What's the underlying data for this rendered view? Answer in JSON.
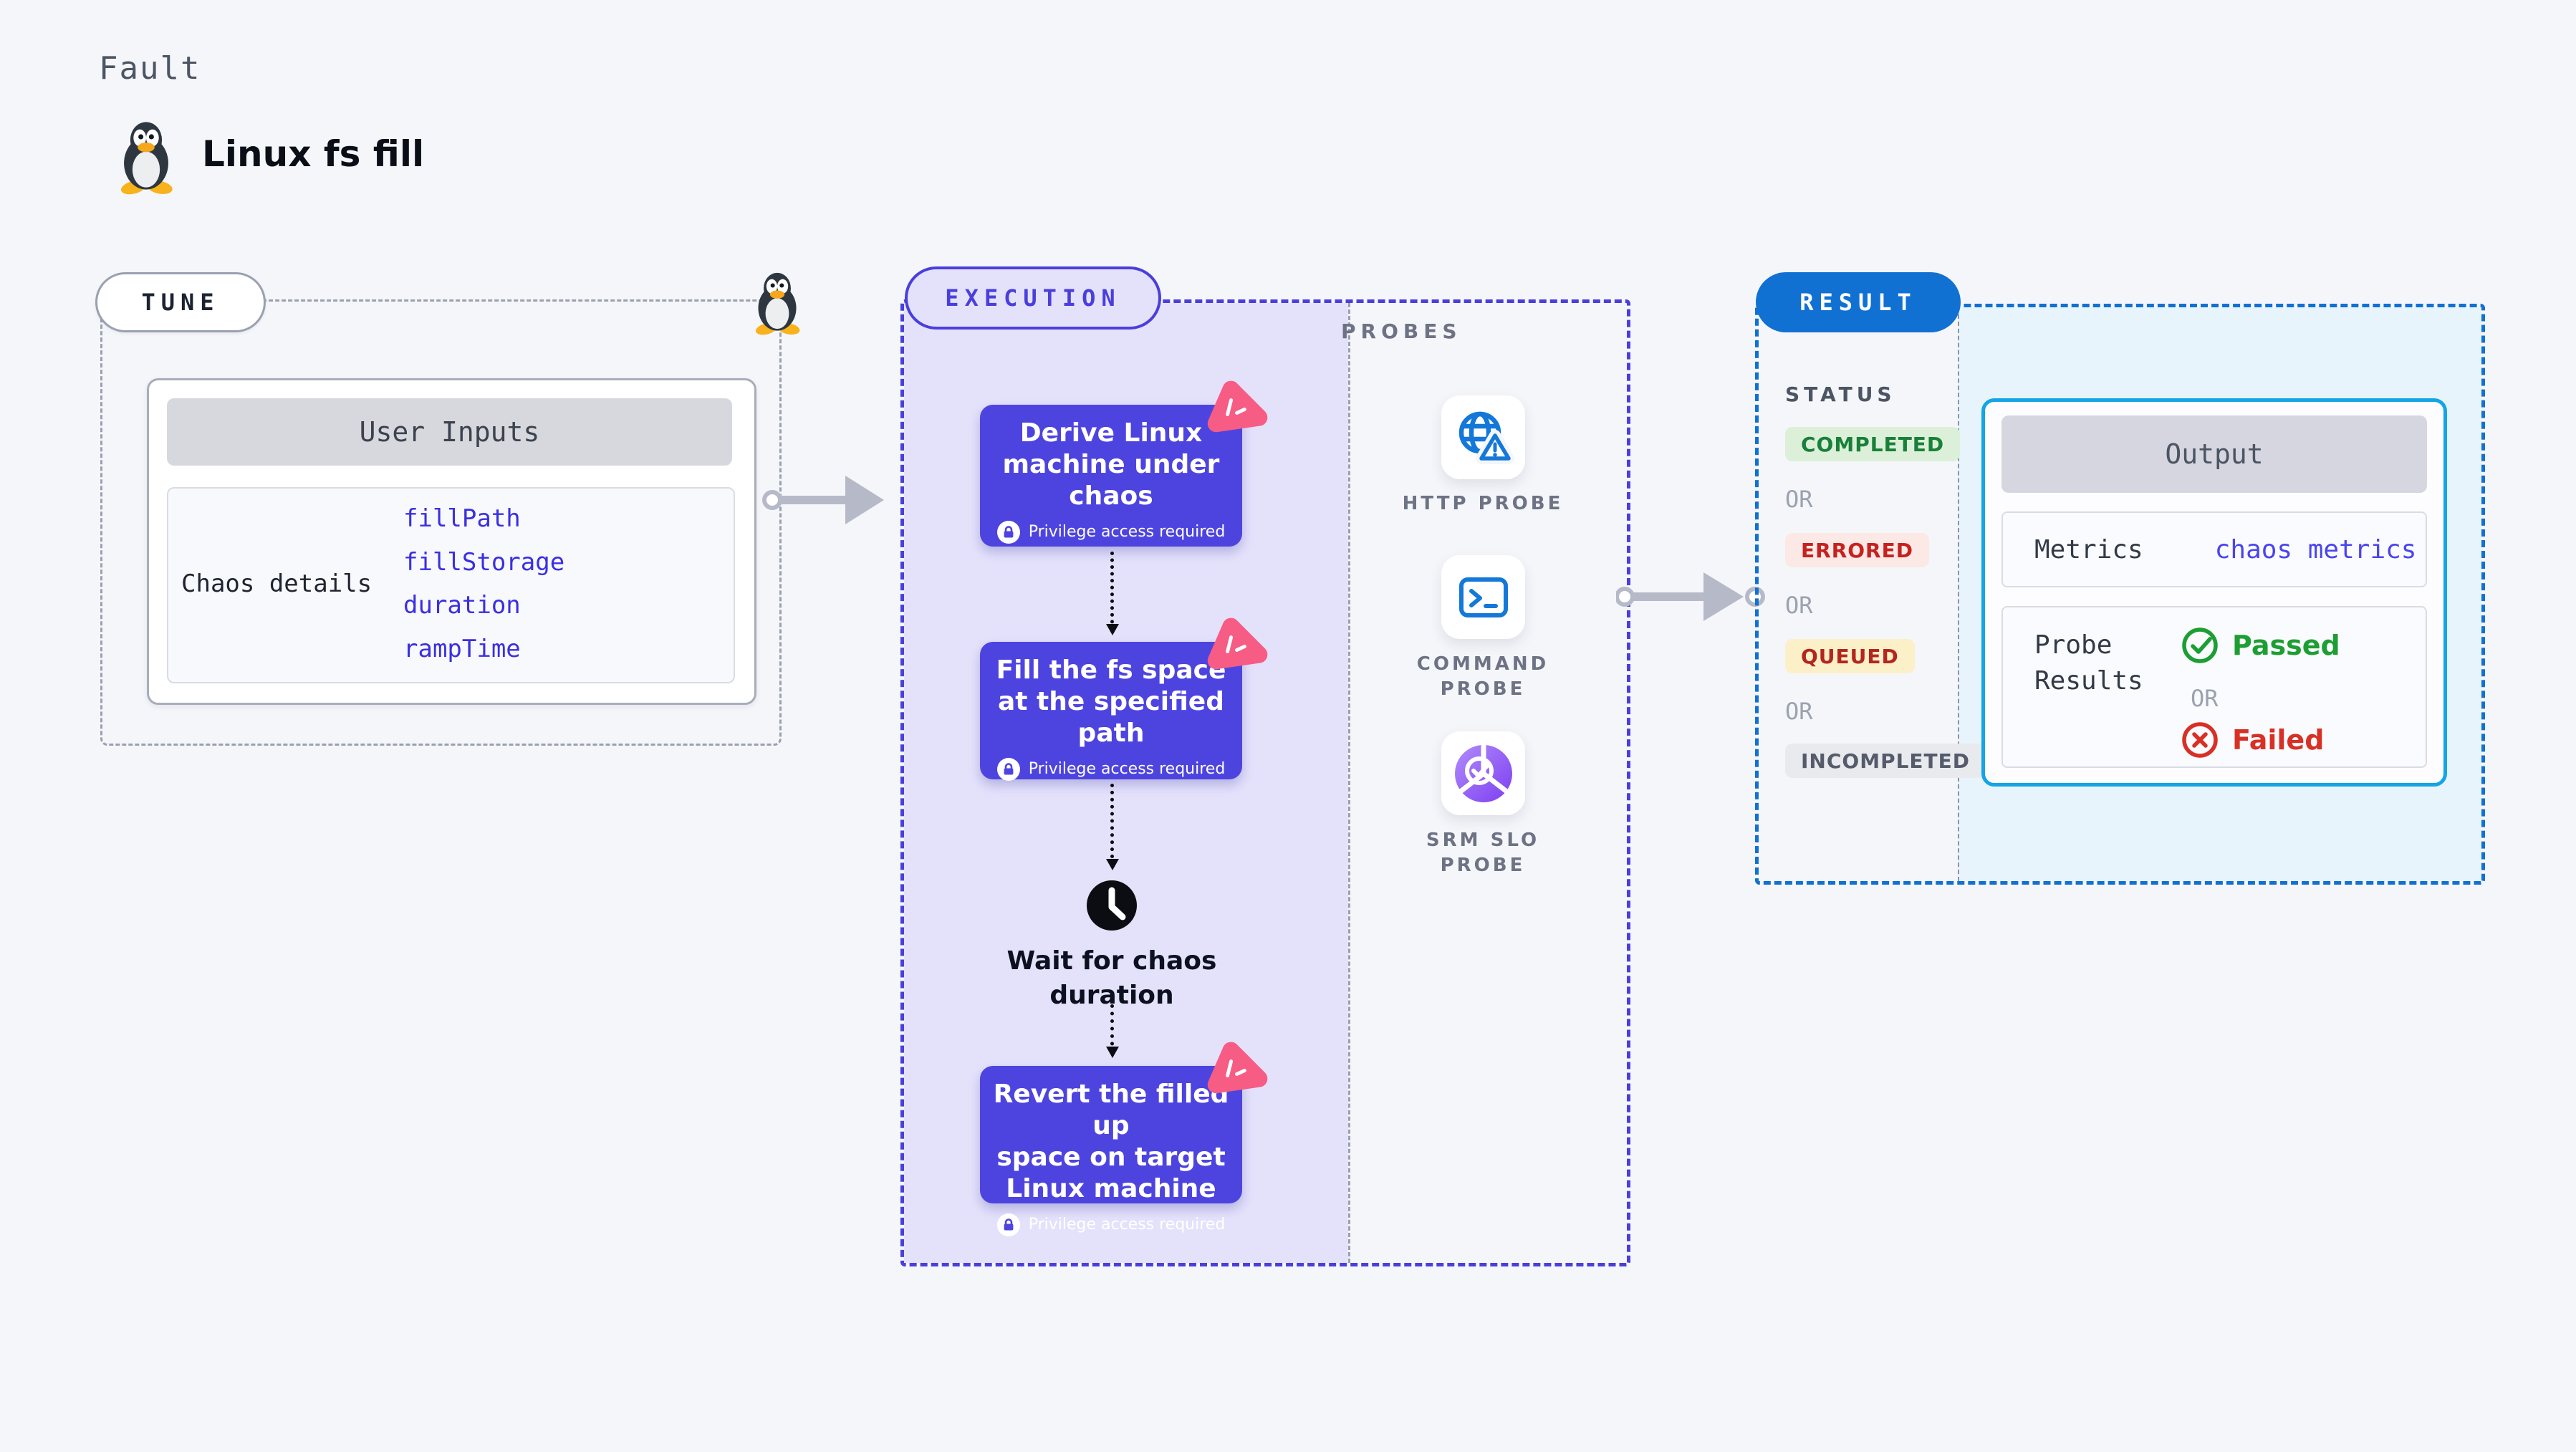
{
  "header": {
    "eyebrow": "Fault",
    "title": "Linux fs fill"
  },
  "tune": {
    "badge": "TUNE",
    "card_header": "User Inputs",
    "row_label": "Chaos details",
    "params": [
      "fillPath",
      "fillStorage",
      "duration",
      "rampTime"
    ]
  },
  "execution": {
    "badge": "EXECUTION",
    "steps": [
      {
        "title": "Derive Linux\nmachine under\nchaos",
        "privilege": "Privilege access required"
      },
      {
        "title": "Fill the fs space\nat the specified\npath",
        "privilege": "Privilege access required"
      },
      {
        "title": "Revert the filled up\nspace on target\nLinux machine",
        "privilege": "Privilege access required"
      }
    ],
    "wait_step": {
      "label": "Wait for chaos\nduration"
    }
  },
  "probes": {
    "heading": "PROBES",
    "items": [
      {
        "label": "HTTP PROBE",
        "icon": "globe-alert-icon"
      },
      {
        "label": "COMMAND\nPROBE",
        "icon": "terminal-icon"
      },
      {
        "label": "SRM SLO\nPROBE",
        "icon": "slo-pie-check-icon"
      }
    ]
  },
  "result": {
    "badge": "RESULT",
    "status_heading": "STATUS",
    "statuses": [
      "COMPLETED",
      "ERRORED",
      "QUEUED",
      "INCOMPLETED"
    ],
    "or_label": "OR",
    "output": {
      "header": "Output",
      "metrics_label": "Metrics",
      "metrics_link": "chaos metrics",
      "probe_results_label": "Probe\nResults",
      "passed": "Passed",
      "failed": "Failed"
    }
  },
  "colors": {
    "page_bg": "#f5f6fa",
    "gray_dash": "#99a1b1",
    "indigo": "#4a3fdc",
    "indigo_card": "#4d44e0",
    "lavender": "#e4e2fb",
    "pink": "#f75c84",
    "blue_icon": "#1478d8",
    "purple_grad_start": "#b18cfb",
    "purple_grad_end": "#7d3ef2",
    "result_blue": "#1171d3",
    "result_fill": "#e7f4fb",
    "output_border": "#14a5e4",
    "green_bg": "#dcf0d9",
    "green_text": "#188038",
    "red_bg": "#fce9e6",
    "red_text": "#c5221f",
    "yellow_bg": "#fcf0c9",
    "yellow_text": "#b3261e",
    "gray_badge_bg": "#e9eaee",
    "gray_badge_text": "#555b6b",
    "or_gray": "#9ba2af",
    "passed_green": "#1d9e33",
    "failed_red": "#d93025",
    "link_blue": "#4a44ee",
    "param_blue": "#3a2fe2",
    "arrow_gray": "#b6bac8"
  }
}
